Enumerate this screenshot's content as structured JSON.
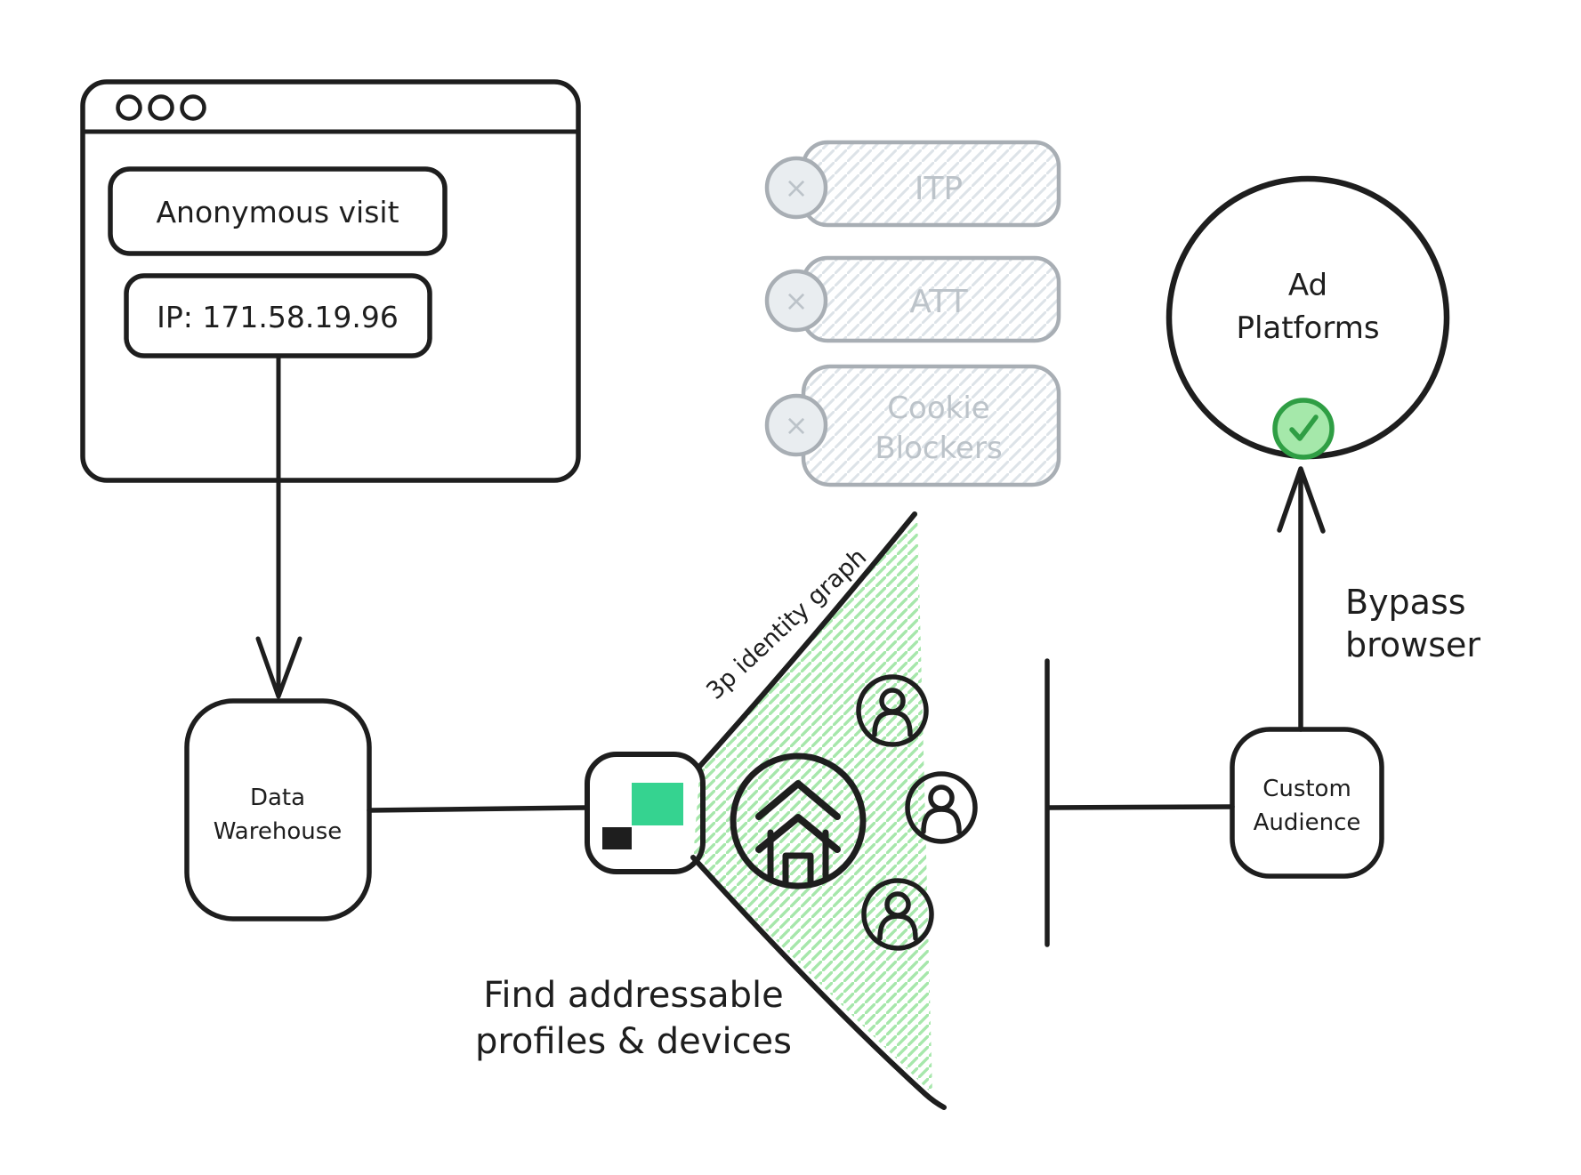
{
  "colors": {
    "ink": "#1e1e1e",
    "yellow": "#fbe38a",
    "green-fill": "#b5ecb8",
    "green-hatch": "#a6e7ab",
    "green-logo": "#35d390",
    "green-check": "#2f9e44",
    "green-badge": "#a5e8aa",
    "gray-stroke": "#a8aeb4",
    "gray-text": "#bcc3c9",
    "gray-fill": "#e9edf0",
    "gray-hatch": "#dde3e8"
  },
  "browser_window": {
    "anonymous_pill": "Anonymous visit",
    "ip_pill": "IP: 171.58.19.96"
  },
  "privacy_blockers": {
    "x_symbol": "×",
    "itp": "ITP",
    "att": "ATT",
    "cookie_line1": "Cookie",
    "cookie_line2": "Blockers"
  },
  "data_warehouse": {
    "line1": "Data",
    "line2": "Warehouse"
  },
  "identity_graph": {
    "rotated_label": "3p identity graph",
    "caption_line1": "Find addressable",
    "caption_line2": "profiles & devices"
  },
  "custom_audience": {
    "line1": "Custom",
    "line2": "Audience"
  },
  "ad_platforms": {
    "line1": "Ad",
    "line2": "Platforms"
  },
  "bypass_note": {
    "line1": "Bypass",
    "line2": "browser"
  }
}
